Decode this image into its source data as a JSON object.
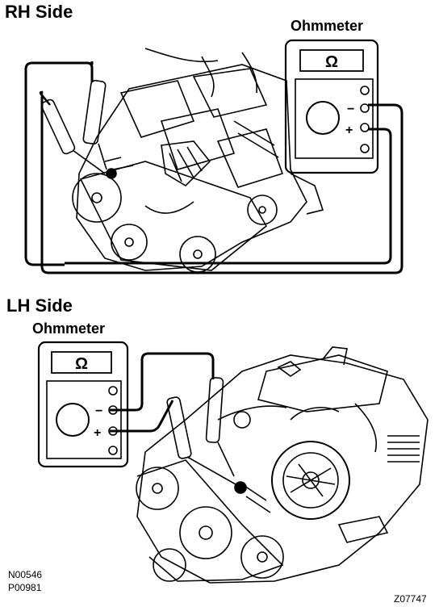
{
  "rh_section": {
    "title": "RH Side",
    "meter_label": "Ohmmeter",
    "meter_symbol": "Ω",
    "minus": "−",
    "plus": "+"
  },
  "lh_section": {
    "title": "LH Side",
    "meter_label": "Ohmmeter",
    "meter_symbol": "Ω",
    "minus": "−",
    "plus": "+"
  },
  "codes": [
    "N00546",
    "P00981",
    "Z07747"
  ]
}
